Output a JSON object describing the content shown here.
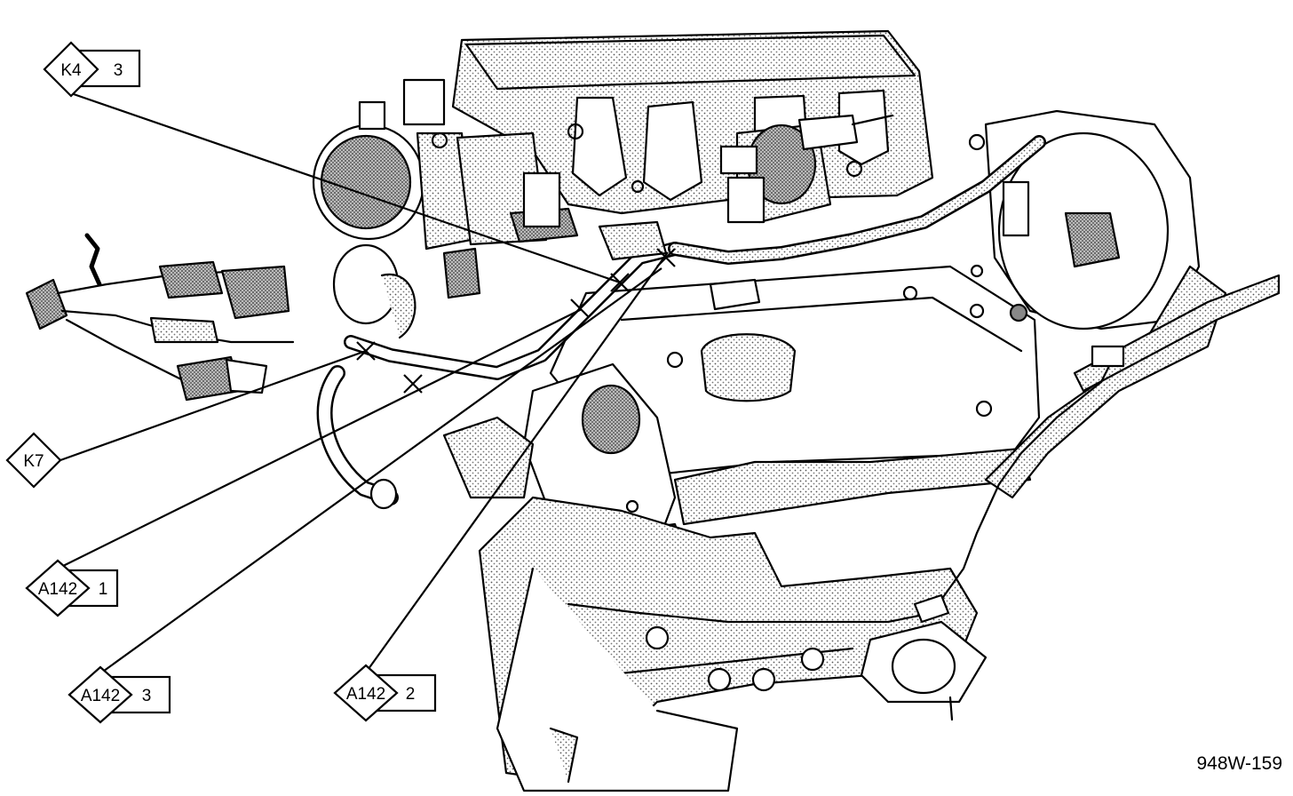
{
  "figure": {
    "id_label": "948W-159"
  },
  "callouts": [
    {
      "id": "K4",
      "code": "K4",
      "number": "3"
    },
    {
      "id": "K7",
      "code": "K7",
      "number": ""
    },
    {
      "id": "A142-1",
      "code": "A142",
      "number": "1"
    },
    {
      "id": "A142-3",
      "code": "A142",
      "number": "3"
    },
    {
      "id": "A142-2",
      "code": "A142",
      "number": "2"
    }
  ]
}
